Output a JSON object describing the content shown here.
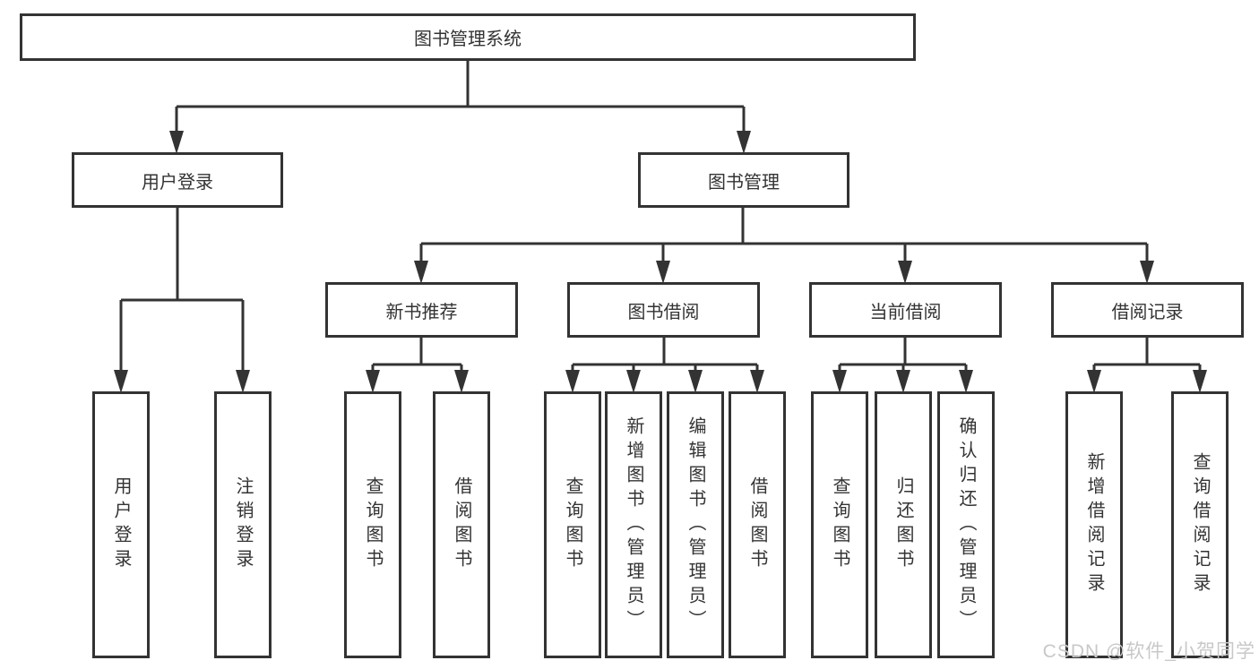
{
  "diagram": {
    "title": "图书管理系统",
    "root": {
      "label": "图书管理系统"
    },
    "level2": [
      {
        "label": "用户登录"
      },
      {
        "label": "图书管理"
      }
    ],
    "level3": [
      {
        "label": "新书推荐"
      },
      {
        "label": "图书借阅"
      },
      {
        "label": "当前借阅"
      },
      {
        "label": "借阅记录"
      }
    ],
    "leaves": {
      "user_login": [
        "用户登录",
        "注销登录"
      ],
      "new_book_recommend": [
        "查询图书",
        "借阅图书"
      ],
      "book_borrow": [
        "查询图书",
        "新增图书（管理员）",
        "编辑图书（管理员）",
        "借阅图书"
      ],
      "current_borrow": [
        "查询图书",
        "归还图书",
        "确认归还（管理员）"
      ],
      "borrow_records": [
        "新增借阅记录",
        "查询借阅记录"
      ]
    }
  },
  "watermark": "CSDN @软件_小贺同学",
  "colors": {
    "line": "#333333",
    "box_border": "#333333",
    "box_fill": "#ffffff",
    "text": "#333333",
    "watermark": "#c8c8c8",
    "background": "#ffffff"
  }
}
